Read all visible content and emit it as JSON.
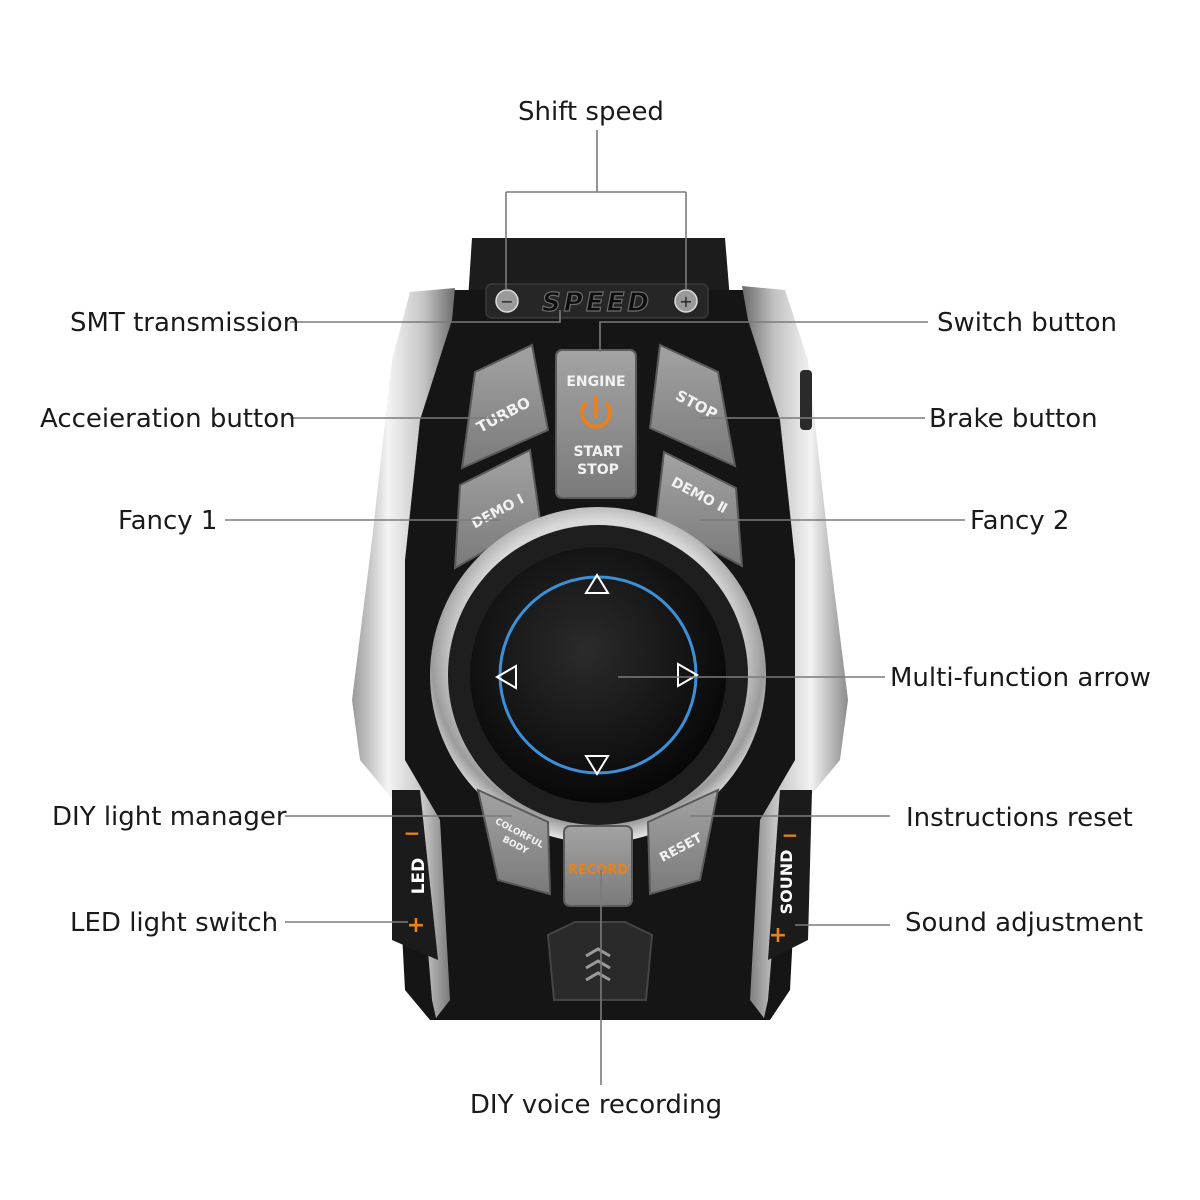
{
  "callouts": {
    "shift_speed": "Shift speed",
    "smt_transmission": "SMT transmission",
    "switch_button": "Switch button",
    "acceleration_button": "Acceieration button",
    "brake_button": "Brake button",
    "fancy_1": "Fancy 1",
    "fancy_2": "Fancy 2",
    "multi_function_arrow": "Multi-function arrow",
    "diy_light_manager": "DIY light manager",
    "instructions_reset": "Instructions reset",
    "led_light_switch": "LED light switch",
    "sound_adjustment": "Sound adjustment",
    "diy_voice_recording": "DIY voice recording"
  },
  "device": {
    "speed_logo": "SPEED",
    "minus_symbol": "−",
    "plus_symbol": "+",
    "buttons": {
      "turbo": "TURBO",
      "stop": "STOP",
      "engine": "ENGINE",
      "start": "START",
      "stop_sub": "STOP",
      "demo1": "DEMO Ⅰ",
      "demo2": "DEMO Ⅱ",
      "colorful_line1": "COLORFUL",
      "colorful_line2": "BODY",
      "record": "RECORD",
      "reset": "RESET"
    },
    "led_side": {
      "label": "LED",
      "minus": "−",
      "plus": "+"
    },
    "sound_side": {
      "label": "SOUND",
      "minus": "−",
      "plus": "+"
    },
    "icons": [
      "power-icon",
      "up-arrow-icon",
      "down-arrow-icon",
      "left-arrow-icon",
      "right-arrow-icon",
      "speaker-grille-icon"
    ]
  },
  "colors": {
    "accent_orange": "#e8821e",
    "ring_blue": "#3d8fd8",
    "body_black": "#151515",
    "silver": "#c9c9c9",
    "button_grey": "#8d8d8d"
  }
}
